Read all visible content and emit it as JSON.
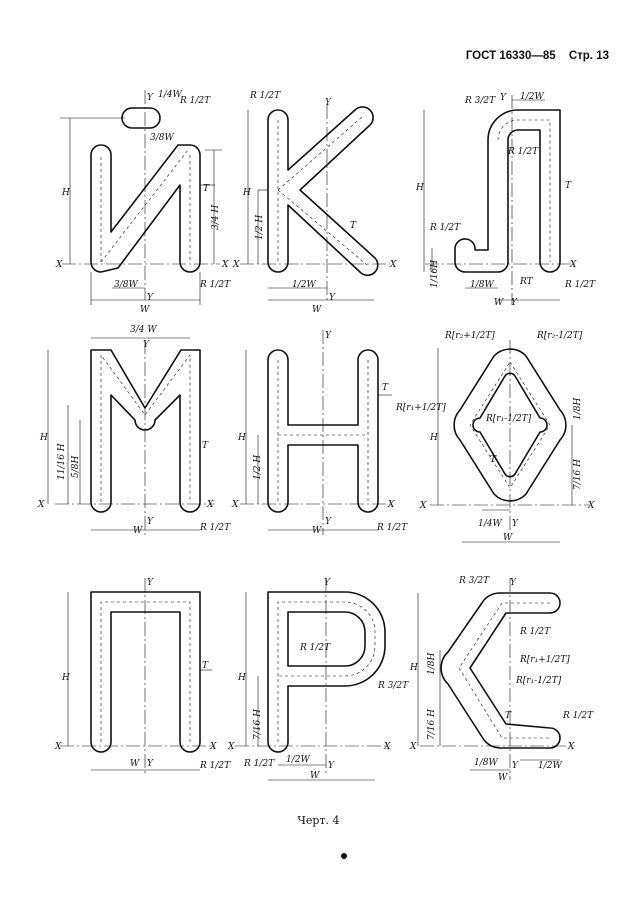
{
  "header": {
    "standard": "ГОСТ 16330—85",
    "page": "Стр. 13"
  },
  "caption": "Черт. 4",
  "labels": {
    "X": "X",
    "Y": "Y",
    "H": "H",
    "W": "W",
    "T": "T",
    "R_half_T": "R 1/2T",
    "R_3_2T": "R 3/2T",
    "R_plus": "R[r₂+1/2T]",
    "R_minus": "R[r₂-1/2T]",
    "R1_plus": "R[r₁+1/2T]",
    "R1_minus": "R[r₁-1/2T]",
    "RT": "RT",
    "quarter_W": "1/4W",
    "three_eighth_W": "3/8W",
    "three_quarter_W": "3/4 W",
    "three_quarter_H": "3/4 H",
    "half_H": "1/2 H",
    "half_W": "1/2W",
    "eighth_W": "1/8W",
    "sixteenth_H": "1/16H",
    "eleven_sixteenth_H": "11/16 H",
    "five_eighth_H": "5/8H",
    "seven_sixteenth_H": "7/16 H",
    "one_eighth_H": "1/8H",
    "one_eighth_H_b": "1/8H"
  }
}
